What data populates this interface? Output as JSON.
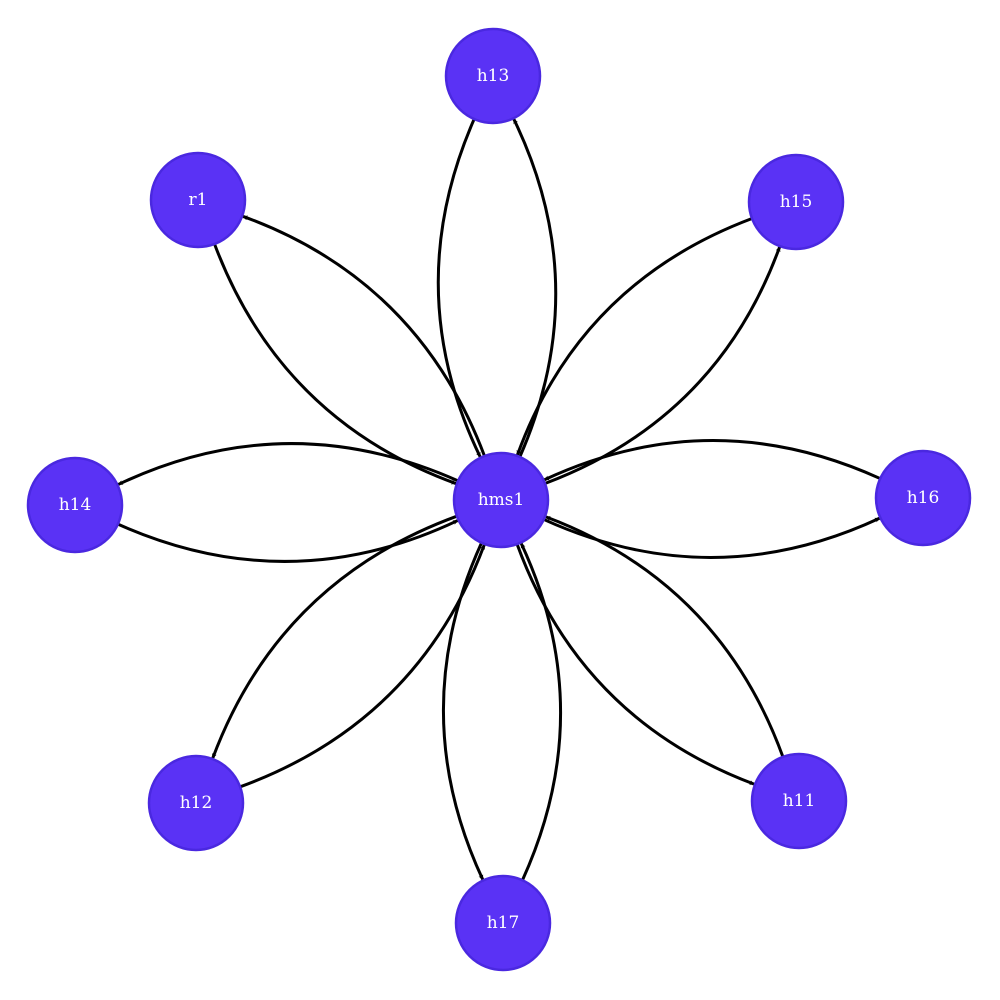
{
  "graph": {
    "node_fill": "#5a32f5",
    "node_stroke": "#4a28e0",
    "edge_color": "#000000",
    "nodes": [
      {
        "id": "hms1",
        "label": "hms1"
      },
      {
        "id": "h13",
        "label": "h13"
      },
      {
        "id": "r1",
        "label": "r1"
      },
      {
        "id": "h15",
        "label": "h15"
      },
      {
        "id": "h14",
        "label": "h14"
      },
      {
        "id": "h16",
        "label": "h16"
      },
      {
        "id": "h12",
        "label": "h12"
      },
      {
        "id": "h11",
        "label": "h11"
      },
      {
        "id": "h17",
        "label": "h17"
      }
    ],
    "edges": [
      {
        "from": "hms1",
        "to": "h13"
      },
      {
        "from": "h13",
        "to": "hms1"
      },
      {
        "from": "hms1",
        "to": "r1"
      },
      {
        "from": "r1",
        "to": "hms1"
      },
      {
        "from": "hms1",
        "to": "h15"
      },
      {
        "from": "h15",
        "to": "hms1"
      },
      {
        "from": "hms1",
        "to": "h14"
      },
      {
        "from": "h14",
        "to": "hms1"
      },
      {
        "from": "hms1",
        "to": "h16"
      },
      {
        "from": "h16",
        "to": "hms1"
      },
      {
        "from": "hms1",
        "to": "h12"
      },
      {
        "from": "h12",
        "to": "hms1"
      },
      {
        "from": "hms1",
        "to": "h11"
      },
      {
        "from": "h11",
        "to": "hms1"
      },
      {
        "from": "hms1",
        "to": "h17"
      },
      {
        "from": "h17",
        "to": "hms1"
      }
    ]
  }
}
